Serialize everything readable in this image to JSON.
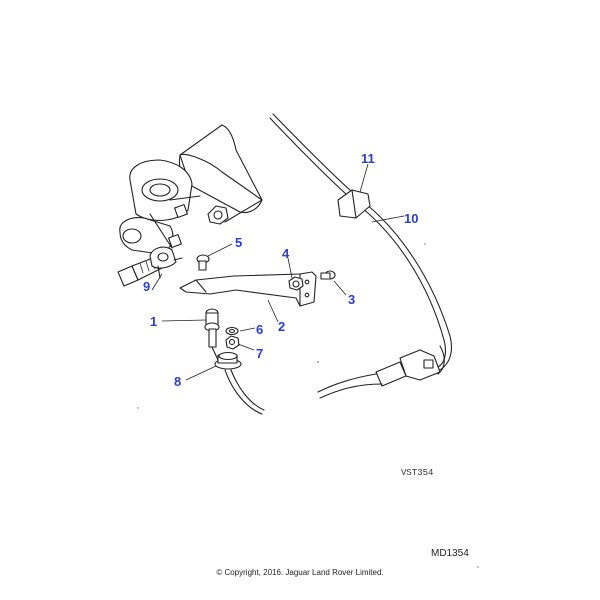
{
  "diagram": {
    "callouts": [
      {
        "id": "c1",
        "label": "1"
      },
      {
        "id": "c2",
        "label": "2"
      },
      {
        "id": "c3",
        "label": "3"
      },
      {
        "id": "c4",
        "label": "4"
      },
      {
        "id": "c5",
        "label": "5"
      },
      {
        "id": "c6",
        "label": "6"
      },
      {
        "id": "c7",
        "label": "7"
      },
      {
        "id": "c8",
        "label": "8"
      },
      {
        "id": "c9",
        "label": "9"
      },
      {
        "id": "c10",
        "label": "10"
      },
      {
        "id": "c11",
        "label": "11"
      }
    ],
    "callout_color": "#2a3fc4",
    "ref_code": "VST354",
    "doc_code": "MD1354",
    "copyright": "© Copyright, 2016. Jaguar Land Rover Limited."
  }
}
